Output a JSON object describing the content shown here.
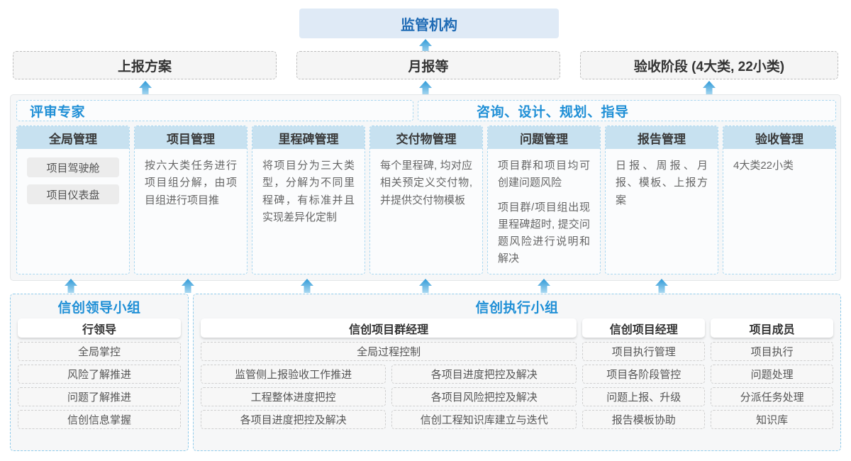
{
  "top": {
    "regulator": "监管机构",
    "reports": [
      {
        "label": "上报方案"
      },
      {
        "label": "月报等"
      },
      {
        "label": "验收阶段 (4大类, 22小类)"
      }
    ]
  },
  "middle": {
    "headers": [
      {
        "label": "评审专家"
      },
      {
        "label": "咨询、设计、规划、指导"
      }
    ],
    "cards": [
      {
        "title": "全局管理",
        "pills": [
          "项目驾驶舱",
          "项目仪表盘"
        ],
        "paragraphs": []
      },
      {
        "title": "项目管理",
        "pills": [],
        "paragraphs": [
          "按六大类任务进行项目组分解，由项目组进行项目推"
        ]
      },
      {
        "title": "里程碑管理",
        "pills": [],
        "paragraphs": [
          "将项目分为三大类型，分解为不同里程碑，有标准并且实现差异化定制"
        ]
      },
      {
        "title": "交付物管理",
        "pills": [],
        "paragraphs": [
          "每个里程碑, 均对应相关预定义交付物,并提供交付物模板"
        ]
      },
      {
        "title": "问题管理",
        "pills": [],
        "paragraphs": [
          "项目群和项目均可创建问题风险",
          "项目群/项目组出现里程碑超时, 提交问题风险进行说明和解决"
        ]
      },
      {
        "title": "报告管理",
        "pills": [],
        "paragraphs": [
          "日报、周报、月报、模板、上报方案"
        ]
      },
      {
        "title": "验收管理",
        "pills": [],
        "paragraphs": [
          "4大类22小类"
        ]
      }
    ]
  },
  "bottom": {
    "left_group": {
      "title": "信创领导小组",
      "role": "行领导",
      "items": [
        "全局掌控",
        "风险了解推进",
        "问题了解推进",
        "信创信息掌握"
      ]
    },
    "right_group": {
      "title": "信创执行小组",
      "program_manager": {
        "role": "信创项目群经理",
        "wide_item": "全局过程控制",
        "left_items": [
          "监管侧上报验收工作推进",
          "工程整体进度把控",
          "各项目进度把控及解决"
        ],
        "right_items": [
          "各项目进度把控及解决",
          "各项目风险把控及解决",
          "信创工程知识库建立与迭代"
        ]
      },
      "project_manager": {
        "role": "信创项目经理",
        "items": [
          "项目执行管理",
          "项目各阶段管控",
          "问题上报、升级",
          "报告模板协助"
        ]
      },
      "project_member": {
        "role": "项目成员",
        "items": [
          "项目执行",
          "问题处理",
          "分派任务处理",
          "知识库"
        ]
      }
    }
  },
  "arrows": {
    "icon": "arrow-up-icon",
    "color": "#3fa3dc",
    "to_regulator_x": [
      600
    ],
    "to_reports_x": [
      205,
      600,
      1000
    ],
    "to_middle_x": [
      100,
      265,
      433,
      600,
      767,
      933
    ]
  },
  "colors": {
    "accent": "#1f8fd6",
    "regulator_bg": "#dfeaf6",
    "card_head_bg": "#c7e1f0",
    "panel_bg": "#f6f7f8",
    "arrow": "#3fa3dc"
  }
}
